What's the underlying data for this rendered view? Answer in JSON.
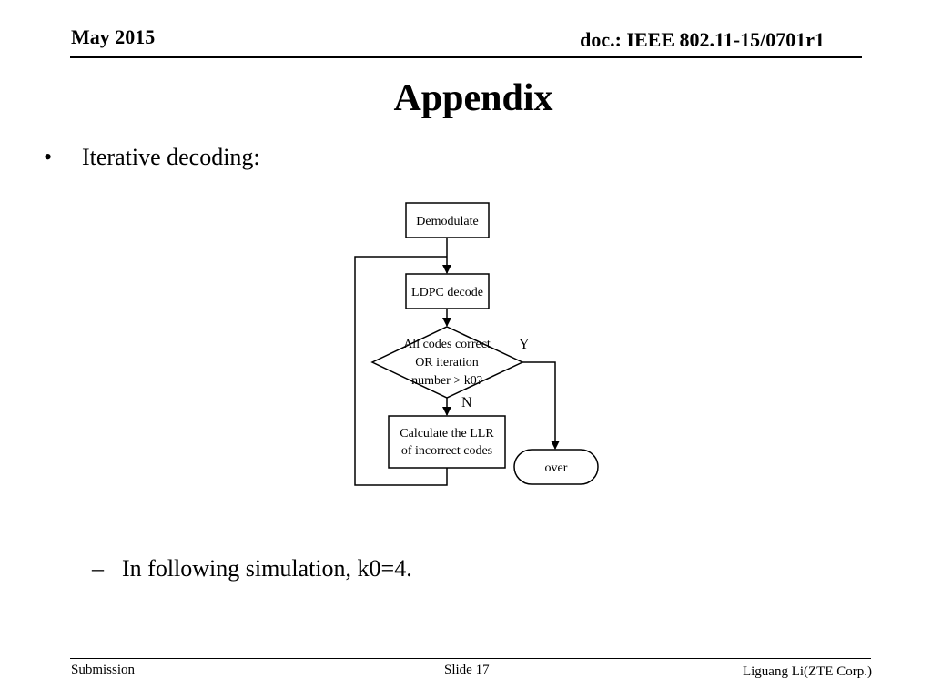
{
  "header": {
    "date": "May 2015",
    "doc": "doc.: IEEE 802.11-15/0701r1"
  },
  "title": "Appendix",
  "bullets": [
    {
      "marker": "•",
      "text": "Iterative decoding:",
      "sub": {
        "marker": "–",
        "text": "In following simulation, k0=4."
      }
    }
  ],
  "flowchart": {
    "demodulate": "Demodulate",
    "ldpc": "LDPC decode",
    "decision": [
      "All codes correct",
      "OR iteration",
      "number > k0?"
    ],
    "yes_label": "Y",
    "no_label": "N",
    "calc": [
      "Calculate the LLR",
      "of incorrect codes"
    ],
    "end": "over"
  },
  "footer": {
    "left": "Submission",
    "center": "Slide 17",
    "right": "Liguang Li(ZTE Corp.)"
  }
}
